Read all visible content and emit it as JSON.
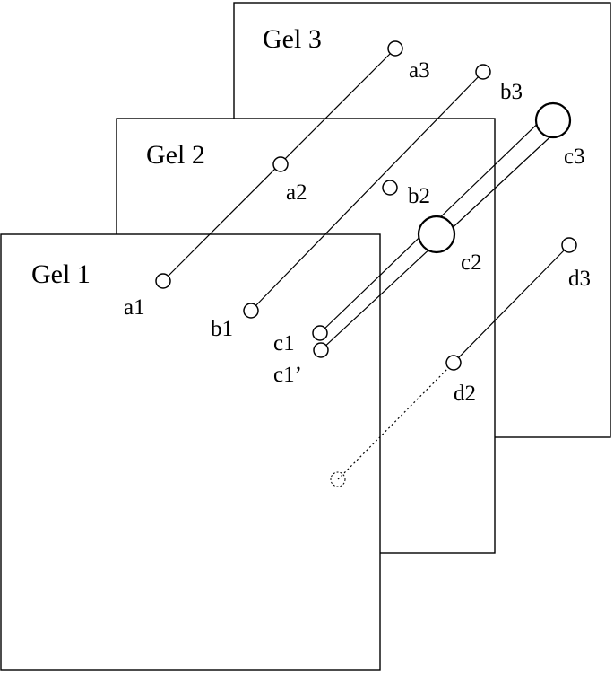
{
  "gels": [
    {
      "id": "gel3",
      "title": "Gel 3"
    },
    {
      "id": "gel2",
      "title": "Gel 2"
    },
    {
      "id": "gel1",
      "title": "Gel 1"
    }
  ],
  "spots": {
    "a1": "a1",
    "a2": "a2",
    "a3": "a3",
    "b1": "b1",
    "b2": "b2",
    "b3": "b3",
    "c1": "c1",
    "c1p": "c1’",
    "c2": "c2",
    "c3": "c3",
    "d2": "d2",
    "d3": "d3"
  }
}
